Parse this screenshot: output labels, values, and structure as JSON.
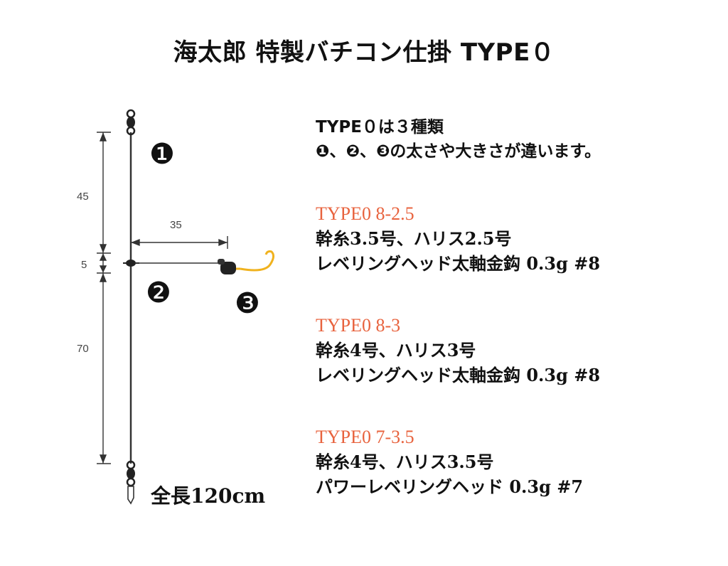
{
  "title": "海太郎 特製バチコン仕掛 TYPE０",
  "diagram": {
    "dimensions": {
      "upper": "45",
      "junction": "5",
      "lower": "70",
      "branch": "35"
    },
    "markers": [
      "❶",
      "❷",
      "❸"
    ],
    "total_length": "全長120cm"
  },
  "intro": {
    "line1": "TYPE０は３種類",
    "line2": "❶、❷、❸の太さや大きさが違います。"
  },
  "specs": [
    {
      "name": "TYPE0 8-2.5",
      "line1": "幹糸3.5号、ハリス2.5号",
      "line2": "レベリングヘッド太軸金鈎 0.3g #8"
    },
    {
      "name": "TYPE0 8-3",
      "line1": "幹糸4号、ハリス3号",
      "line2": "レベリングヘッド太軸金鈎 0.3g #8"
    },
    {
      "name": "TYPE0 7-3.5",
      "line1": "幹糸4号、ハリス3.5号",
      "line2": "パワーレベリングヘッド 0.3g #7"
    }
  ],
  "colors": {
    "accent": "#e8633e",
    "hook": "#f0b21e",
    "line": "#333333"
  }
}
